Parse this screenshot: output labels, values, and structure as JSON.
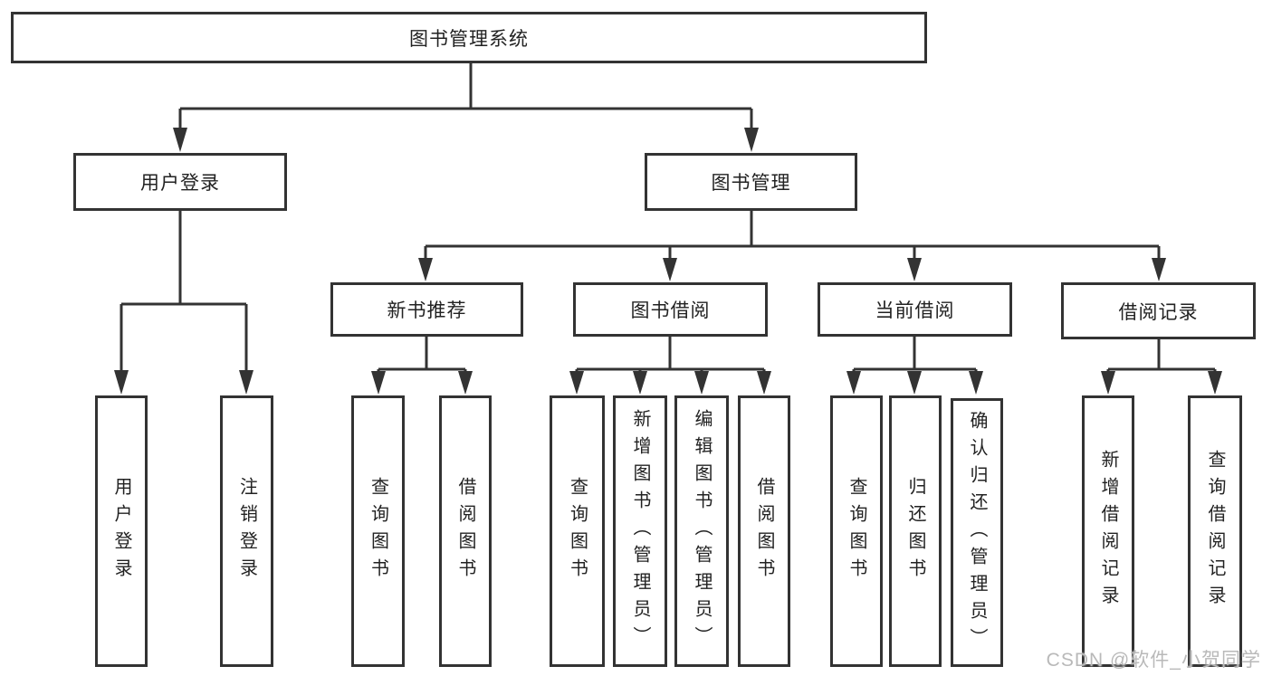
{
  "diagram_title": "图书管理系统",
  "tree": {
    "label": "图书管理系统",
    "children": [
      {
        "label": "用户登录",
        "children": [
          {
            "label": "用户登录"
          },
          {
            "label": "注销登录"
          }
        ]
      },
      {
        "label": "图书管理",
        "children": [
          {
            "label": "新书推荐",
            "children": [
              {
                "label": "查询图书"
              },
              {
                "label": "借阅图书"
              }
            ]
          },
          {
            "label": "图书借阅",
            "children": [
              {
                "label": "查询图书"
              },
              {
                "label": "新增图书（管理员）"
              },
              {
                "label": "编辑图书（管理员）"
              },
              {
                "label": "借阅图书"
              }
            ]
          },
          {
            "label": "当前借阅",
            "children": [
              {
                "label": "查询图书"
              },
              {
                "label": "归还图书"
              },
              {
                "label": "确认归还（管理员）"
              }
            ]
          },
          {
            "label": "借阅记录",
            "children": [
              {
                "label": "新增借阅记录"
              },
              {
                "label": "查询借阅记录"
              }
            ]
          }
        ]
      }
    ]
  },
  "watermark": {
    "text": "CSDN @软件_小贺同学"
  },
  "colors": {
    "line": "#333333",
    "box_border": "#333333",
    "text": "#222222",
    "watermark": "#b9b9b9",
    "background": "#ffffff"
  }
}
